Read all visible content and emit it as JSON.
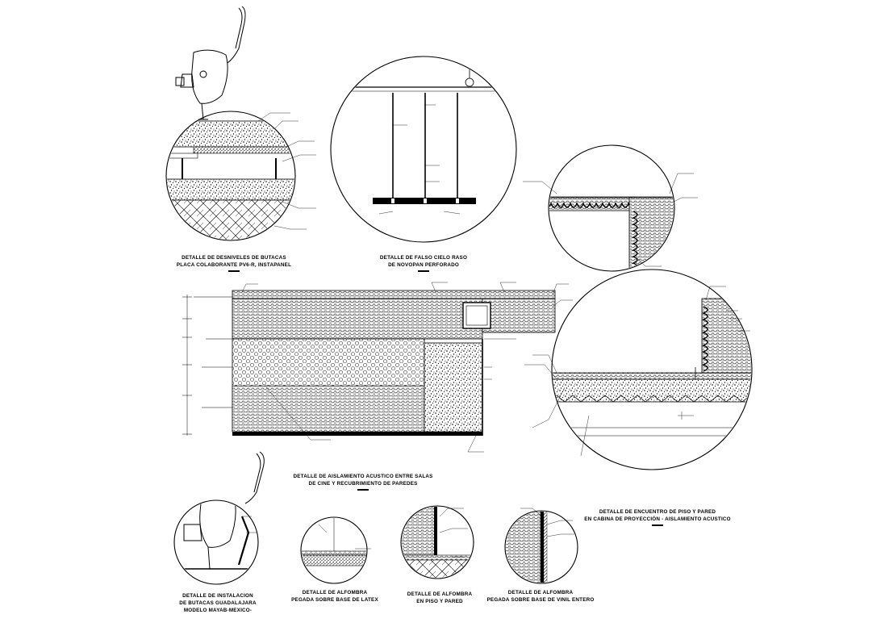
{
  "drawing": {
    "details": [
      {
        "id": "stadium-seat-level-change",
        "caption": [
          "DETALLE DE DESNIVELES DE BUTACAS",
          "PLACA COLABORANTE PV6-R, INSTAPANEL"
        ]
      },
      {
        "id": "false-ceiling",
        "caption": [
          "DETALLE DE FALSO CIELO RASO",
          "DE NOVOPAN PERFORADO"
        ]
      },
      {
        "id": "acoustic-insulation-wall",
        "caption": [
          "DETALLE DE AISLAMIENTO ACUSTICO ENTRE SALAS",
          "DE CINE Y RECUBRIMIENTO DE PAREDES"
        ]
      },
      {
        "id": "floor-wall-junction",
        "caption": [
          "DETALLE DE ENCUENTRO DE PISO Y PARED",
          "EN CABINA DE PROYECCIÓN - AISLAMIENTO ACUSTICO"
        ]
      },
      {
        "id": "seat-installation",
        "caption": [
          "DETALLE DE INSTALACION",
          "DE BUTACAS GUADALAJARA",
          "MODELO MAYAB-MEXICO-"
        ]
      },
      {
        "id": "carpet-latex",
        "caption": [
          "DETALLE DE ALFOMBRA",
          "PEGADA SOBRE BASE DE LATEX"
        ]
      },
      {
        "id": "carpet-floor-wall",
        "caption": [
          "DETALLE DE ALFOMBRA",
          "EN PISO Y PARED"
        ]
      },
      {
        "id": "carpet-vinyl",
        "caption": [
          "DETALLE DE ALFOMBRA",
          "PEGADA SOBRE BASE DE VINIL ENTERO"
        ]
      }
    ]
  }
}
